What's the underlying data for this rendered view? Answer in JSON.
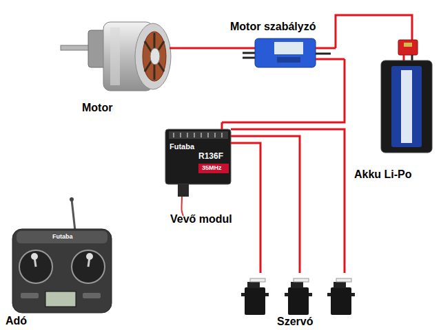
{
  "diagram": {
    "nodes": [
      {
        "text": [
          "Motor szabályzó"
        ]
      },
      {
        "text": [
          "Motor"
        ]
      },
      {
        "text": [
          "Akku Li-Po"
        ]
      },
      {
        "text": [
          "Vevő modul"
        ]
      },
      {
        "text": [
          "Adó"
        ]
      },
      {
        "text": [
          "Szervó"
        ]
      }
    ],
    "edges": [
      {
        "from": 0,
        "to": 1,
        "arrow": "none"
      },
      {
        "from": 0,
        "to": 2,
        "arrow": "none"
      },
      {
        "from": 3,
        "to": 0,
        "arrow": "none"
      },
      {
        "from": 3,
        "to": 5,
        "arrow": "none"
      },
      {
        "from": 3,
        "to": 5,
        "arrow": "none"
      },
      {
        "from": 3,
        "to": 5,
        "arrow": "none"
      }
    ],
    "labels": [
      "Futaba",
      "R136F",
      "35MHz",
      "Futaba"
    ]
  }
}
